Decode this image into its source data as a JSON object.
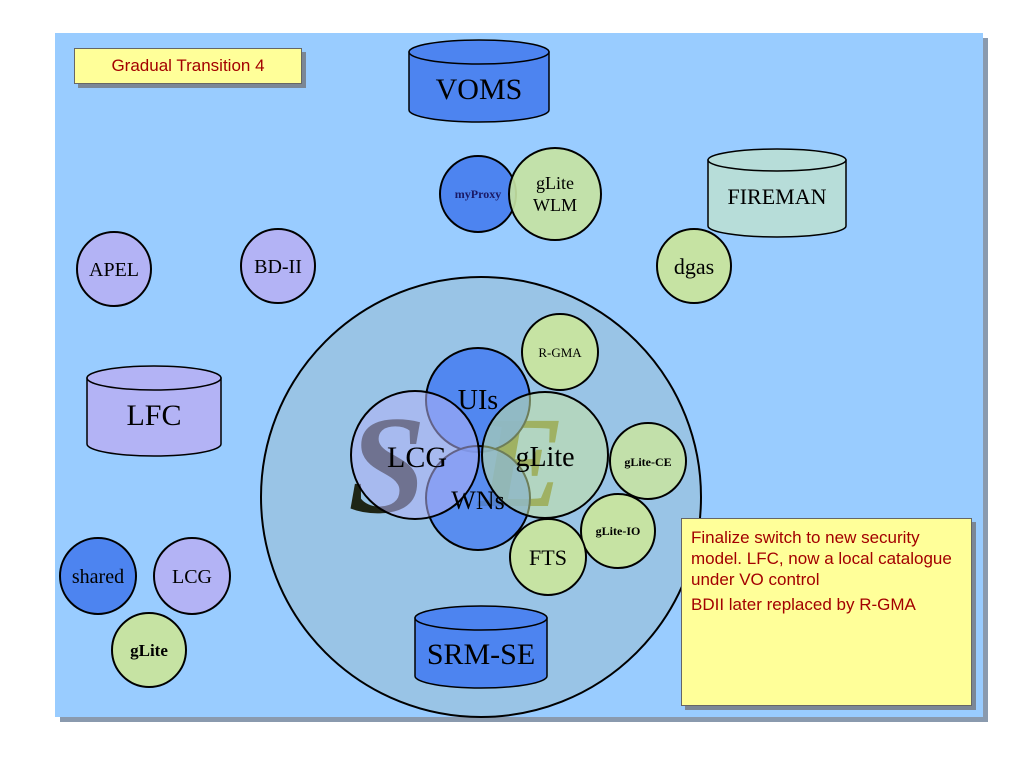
{
  "title": "Gradual Transition 4",
  "note": {
    "paragraph1": "Finalize switch to new security model. LFC, now a local catalogue under VO control",
    "paragraph2": "BDII later replaced by R-GMA"
  },
  "colors": {
    "background_panel": "#99ccff",
    "lcg_node": "#b3b3f5",
    "glite_node": "#c6e3a3",
    "shared_node": "#4d84f0",
    "cylinder_blue": "#4d84f0",
    "cylinder_lavender": "#b3b3f5",
    "cylinder_teal": "#b7ddd9",
    "note_fill": "#ffff99",
    "note_text": "#a30000"
  },
  "databases": {
    "voms": "VOMS",
    "fireman": "FIREMAN",
    "lfc": "LFC",
    "srm_se": "SRM-SE"
  },
  "services": {
    "myproxy": "myProxy",
    "glite_wlm_line1": "gLite",
    "glite_wlm_line2": "WLM",
    "apel": "APEL",
    "bdii": "BD-II",
    "dgas": "dgas",
    "rgma": "R-GMA",
    "uis": "UIs",
    "lcg_center": "LCG",
    "glite_center": "gLite",
    "wns": "WNs",
    "glite_ce": "gLite-CE",
    "glite_io": "gLite-IO",
    "fts": "FTS"
  },
  "watermark": {
    "s": "S",
    "e": "E"
  },
  "legend": {
    "shared": "shared",
    "lcg": "LCG",
    "glite": "gLite"
  }
}
